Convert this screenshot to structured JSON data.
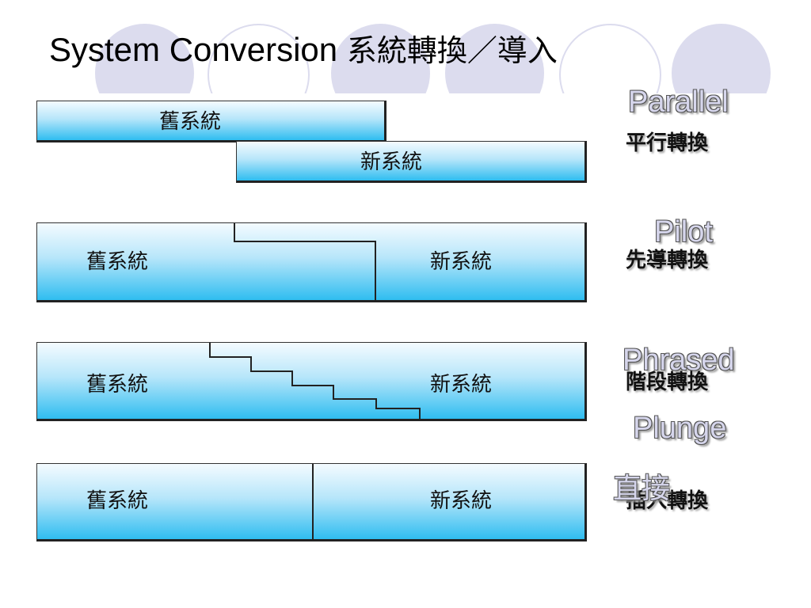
{
  "title": {
    "en": "System Conversion",
    "zh": "系統轉換／導入"
  },
  "colors": {
    "box_top": "#f4fbff",
    "box_bottom": "#2fbdf0",
    "decor_circle": "#dcdcee",
    "method_en_fill": "#d6d6ec"
  },
  "labels": {
    "old_system": "舊系統",
    "new_system": "新系統"
  },
  "methods": [
    {
      "en": "Parallel",
      "zh": "平行轉換"
    },
    {
      "en": "Pilot",
      "zh": "先導轉換"
    },
    {
      "en": "Phrased",
      "zh": "階段轉換"
    },
    {
      "en": "Plunge",
      "zh_ghost": "直接",
      "zh": "插入轉換"
    }
  ]
}
